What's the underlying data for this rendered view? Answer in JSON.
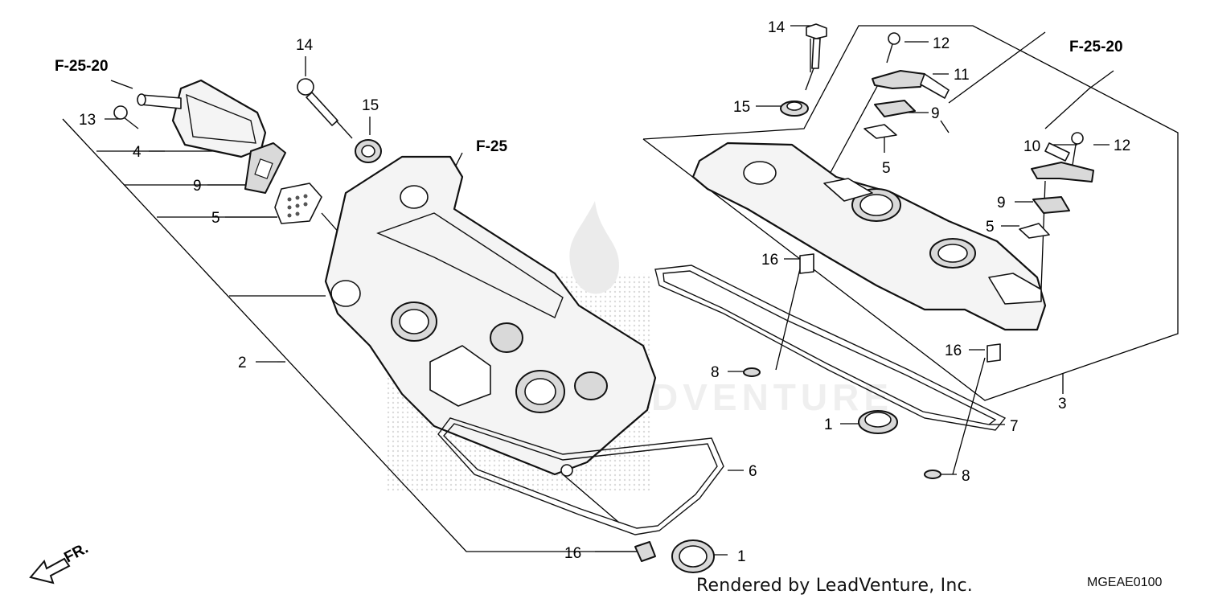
{
  "labels": {
    "p1a": "1",
    "p1b": "1",
    "p2": "2",
    "p3": "3",
    "p4": "4",
    "p5a": "5",
    "p5b": "5",
    "p5c": "5",
    "p6": "6",
    "p7": "7",
    "p8a": "8",
    "p8b": "8",
    "p9a": "9",
    "p9b": "9",
    "p9c": "9",
    "p10": "10",
    "p11": "11",
    "p12a": "12",
    "p12b": "12",
    "p13": "13",
    "p14a": "14",
    "p14b": "14",
    "p15a": "15",
    "p15b": "15",
    "p16a": "16",
    "p16b": "16",
    "p16c": "16"
  },
  "refs": {
    "left": "F-25-20",
    "center": "F-25",
    "right": "F-25-20"
  },
  "direction": "FR.",
  "footer": {
    "credit": "Rendered by LeadVenture, Inc.",
    "code": "MGEAE0100"
  }
}
